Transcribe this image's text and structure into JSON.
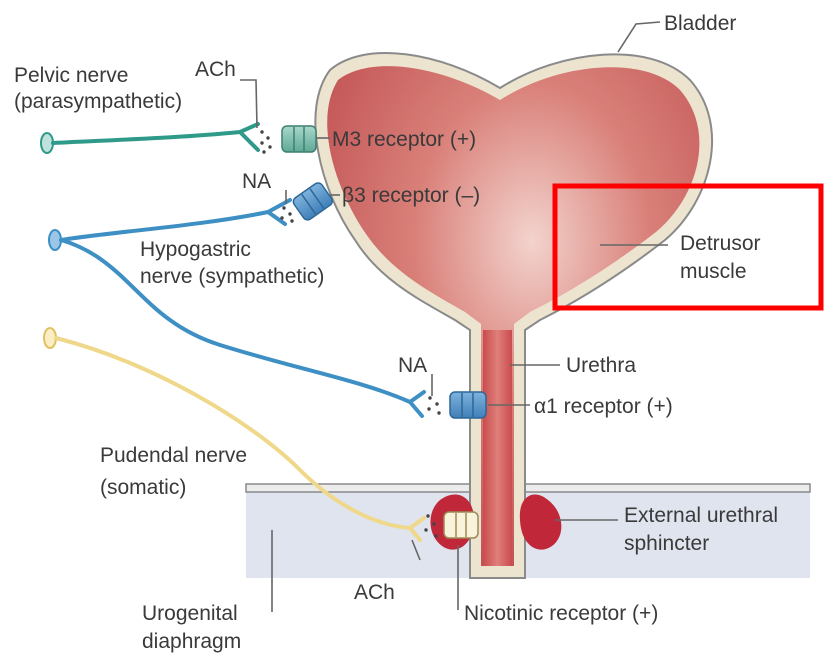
{
  "labels": {
    "bladder": "Bladder",
    "pelvic_nerve": "Pelvic nerve",
    "pelvic_nerve_type": "(parasympathetic)",
    "ach_top": "ACh",
    "m3_receptor": "M3 receptor (+)",
    "na_top": "NA",
    "b3_receptor": "β3 receptor (–)",
    "hypogastric_nerve": "Hypogastric",
    "hypogastric_nerve_type": "nerve (sympathetic)",
    "detrusor_line1": "Detrusor",
    "detrusor_line2": "muscle",
    "urethra": "Urethra",
    "na_bottom": "NA",
    "a1_receptor": "α1 receptor (+)",
    "pudendal_nerve": "Pudendal nerve",
    "pudendal_nerve_type": "(somatic)",
    "sphincter_line1": "External urethral",
    "sphincter_line2": "sphincter",
    "ach_bottom": "ACh",
    "nicotinic_receptor": "Nicotinic receptor (+)",
    "urogenital_line1": "Urogenital",
    "urogenital_line2": "diaphragm"
  },
  "colors": {
    "bladder_fill": "#c95a5a",
    "bladder_wall": "#e9e1cc",
    "pelvic_nerve": "#2f9a8a",
    "hypogastric_nerve": "#3d8fc4",
    "pudendal_nerve": "#f0d88a",
    "sphincter": "#c0283a",
    "diaphragm": "#dfe4ee",
    "highlight_box": "#ff0000"
  }
}
